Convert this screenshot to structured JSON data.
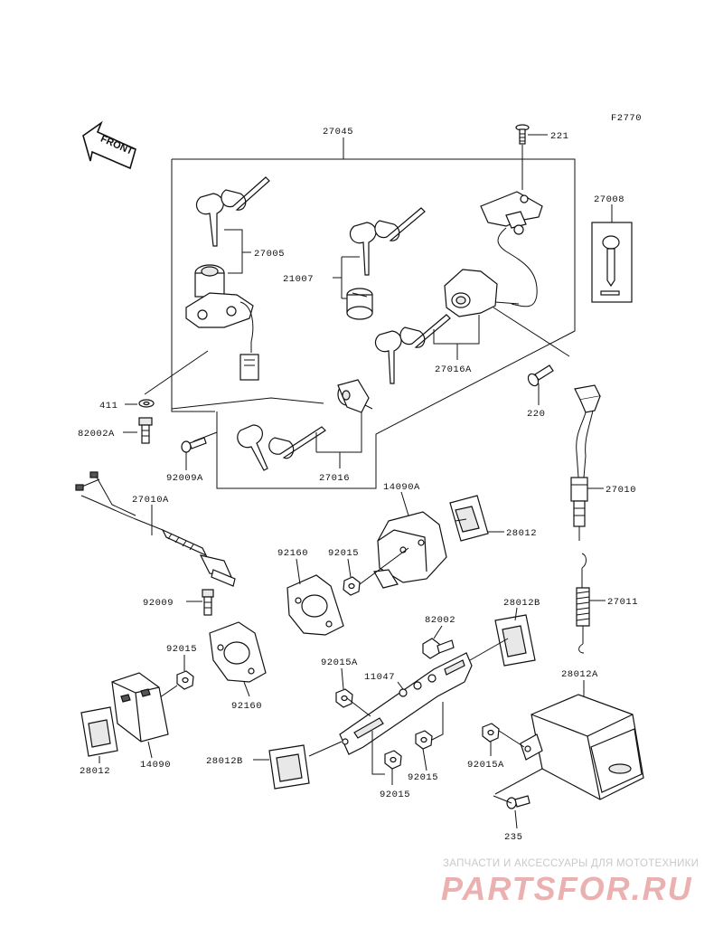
{
  "figure_code": "F2770",
  "front_label": "FRONT",
  "labels": {
    "l27045": "27045",
    "l221": "221",
    "l27008": "27008",
    "l27005": "27005",
    "l21007": "21007",
    "l27016A": "27016A",
    "l411": "411",
    "l82002A": "82002A",
    "l220": "220",
    "l92009A": "92009A",
    "l27016": "27016",
    "l27010": "27010",
    "l27010A": "27010A",
    "l14090A": "14090A",
    "l28012_top": "28012",
    "l92160_top": "92160",
    "l92015_top": "92015",
    "l27011": "27011",
    "l92009": "92009",
    "l28012B_top": "28012B",
    "l82002": "82002",
    "l92015_left": "92015",
    "l92015A_mid": "92015A",
    "l11047": "11047",
    "l28012A": "28012A",
    "l92160_bottom": "92160",
    "l28012_bottom": "28012",
    "l14090": "14090",
    "l28012B_bottom": "28012B",
    "l92015_mid": "92015",
    "l92015A_right": "92015A",
    "l92015_bottom": "92015",
    "l235": "235"
  },
  "watermark": {
    "tagline": "ЗАПЧАСТИ И АКСЕССУАРЫ ДЛЯ МОТОТЕХНИКИ",
    "logo": "PARTSFOR.RU"
  }
}
